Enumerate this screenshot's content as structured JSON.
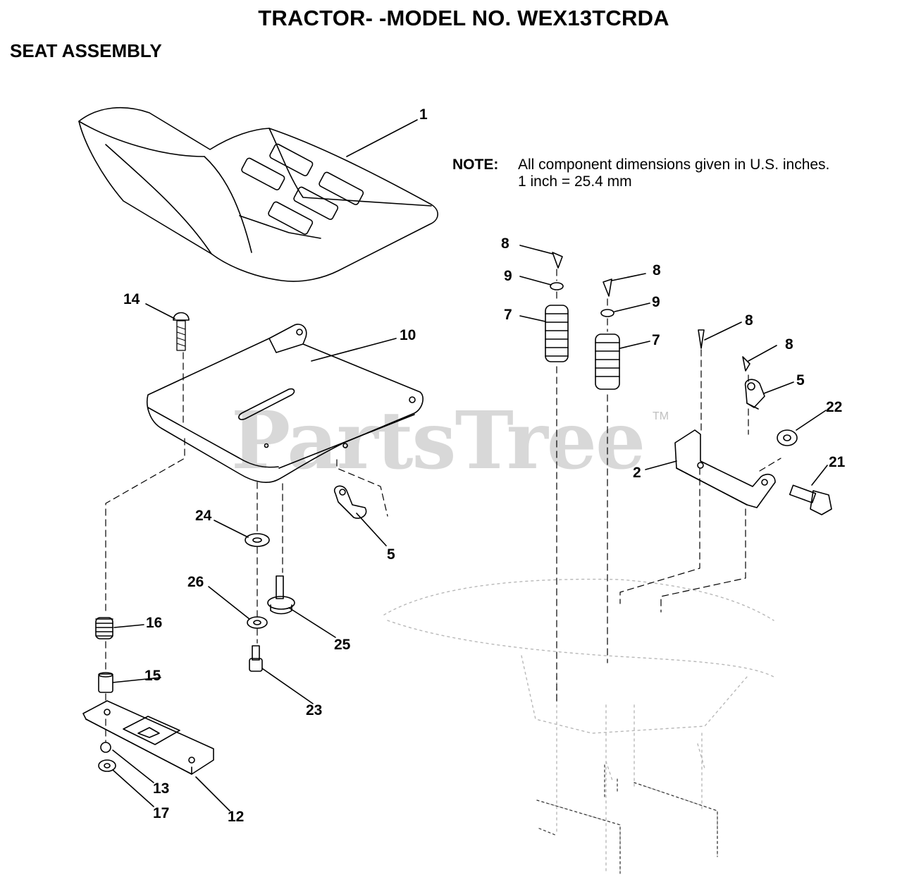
{
  "page": {
    "title": "TRACTOR- -MODEL NO. WEX13TCRDA",
    "section": "SEAT ASSEMBLY",
    "note_label": "NOTE:",
    "note_line1": "All component dimensions given in U.S. inches.",
    "note_line2": "1 inch = 25.4 mm"
  },
  "watermark": {
    "text": "PartsTree",
    "mark": "TM"
  },
  "callouts": [
    "1",
    "14",
    "10",
    "24",
    "5",
    "26",
    "25",
    "16",
    "15",
    "23",
    "12",
    "13",
    "17",
    "8",
    "9",
    "7",
    "8",
    "9",
    "7",
    "8",
    "8",
    "5",
    "22",
    "2",
    "21"
  ]
}
